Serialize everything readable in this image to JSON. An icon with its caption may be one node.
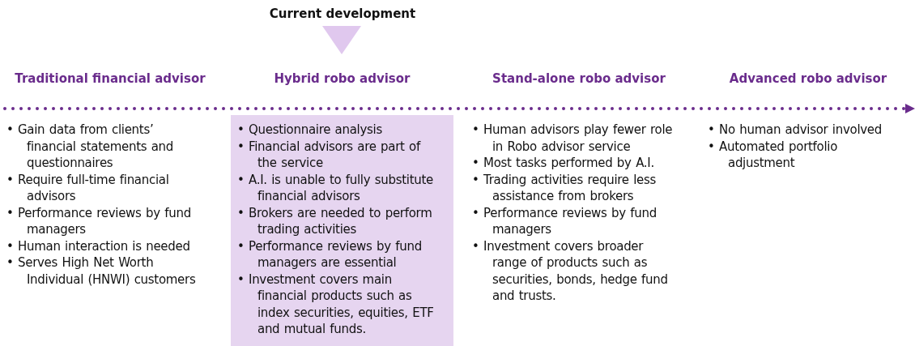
{
  "diagram": {
    "nodes": [
      {
        "text": [
          "Traditional financial advisor",
          "• Gain data from clients’ financial statements and questionnaires",
          "• Require full-time financial advisors",
          "• Performance reviews by fund managers",
          "• Human interaction is needed",
          "• Serves High Net Worth Individual (HNWI) customers"
        ]
      },
      {
        "text": [
          "Hybrid robo advisor",
          "• Questionnaire analysis",
          "• Financial advisors are part of the service",
          "• A.I. is unable to fully substitute financial advisors",
          "• Brokers are needed to perform trading activities",
          "• Performance reviews by fund managers are essential",
          "• Investment covers main financial products such as index securities, equities, ETF and mutual funds."
        ]
      },
      {
        "text": [
          "Stand-alone robo advisor",
          "• Human advisors play fewer role in Robo advisor service",
          "• Most tasks performed by A.I.",
          "• Trading activities require less assistance from brokers",
          "• Performance reviews by fund managers",
          "• Investment covers broader range of products such as securities, bonds, hedge fund and trusts."
        ]
      },
      {
        "text": [
          "Advanced robo advisor",
          "• No human advisor involved",
          "• Automated portfolio adjustment"
        ]
      }
    ],
    "edges": [],
    "labels": [
      "Current development"
    ]
  }
}
